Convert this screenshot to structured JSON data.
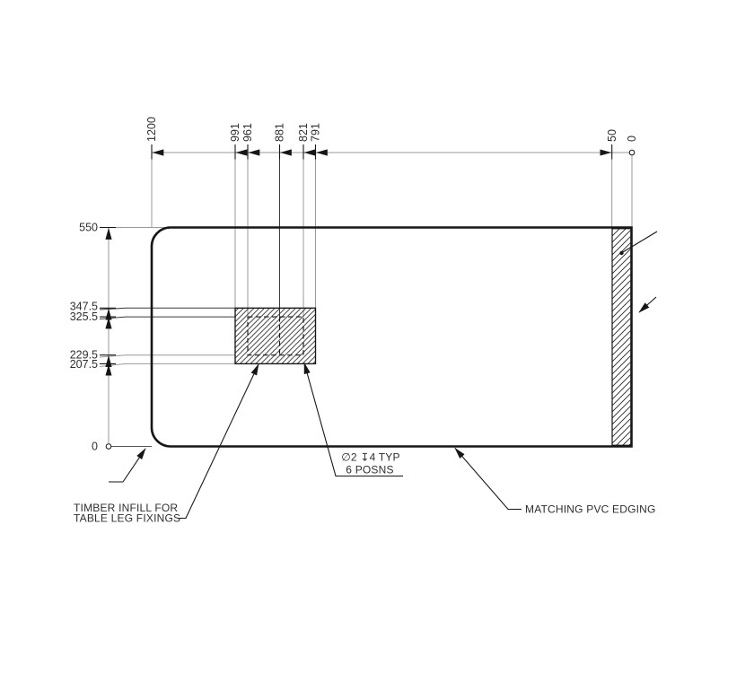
{
  "drawing": {
    "type": "technical-cad-drawing",
    "subject": "table-top plan view with running dimensions"
  },
  "dimensions": {
    "top": {
      "labels": [
        "1200",
        "991",
        "961",
        "881",
        "821",
        "791",
        "50",
        "0"
      ]
    },
    "left": {
      "labels": [
        "550",
        "347.5",
        "325.5",
        "229.5",
        "207.5",
        "0"
      ]
    }
  },
  "callouts": {
    "holes": {
      "line1": "∅2 ↧4 TYP",
      "line2": "6 POSNS"
    },
    "timber": {
      "line1": "TIMBER INFILL FOR",
      "line2": "TABLE LEG FIXINGS"
    },
    "pvc": {
      "label": "MATCHING PVC EDGING"
    }
  },
  "colors": {
    "line": "#161616",
    "dimension_line": "#9a9a9a",
    "text": "#2f2f2f",
    "background": "#ffffff"
  }
}
